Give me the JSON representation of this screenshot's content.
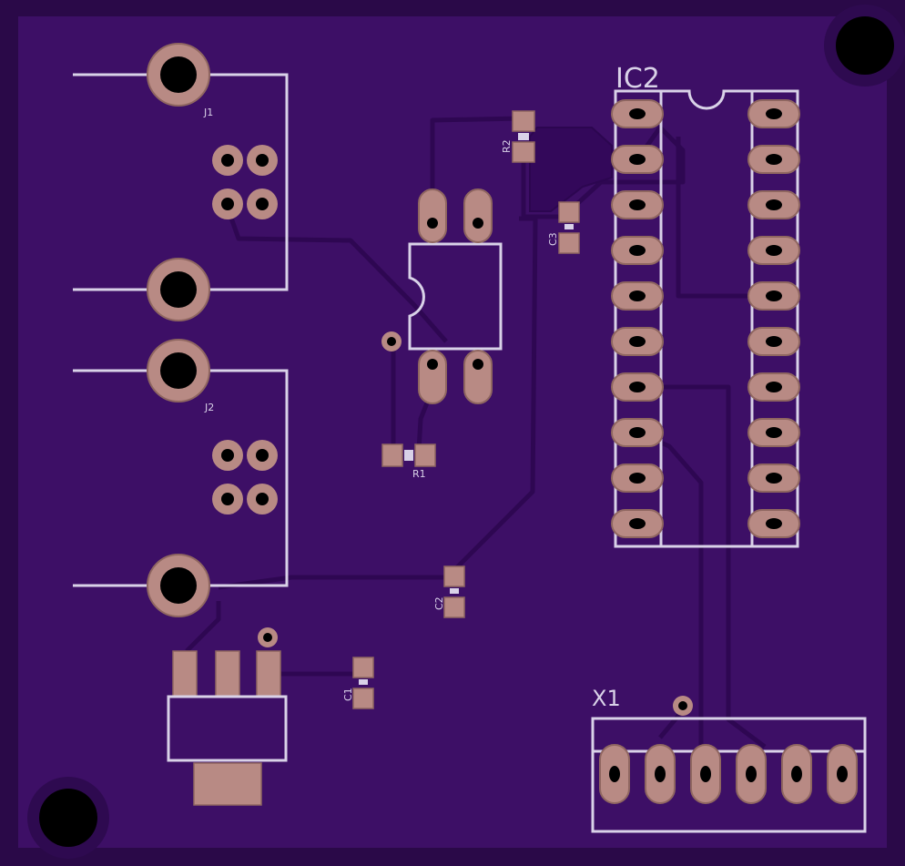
{
  "colors": {
    "board": "#3d0f66",
    "board_edge": "#2a0948",
    "trace": "#33085a",
    "trace_edge": "#2c0650",
    "pad": "#b88a84",
    "pad_edge": "#8f6660",
    "hole": "#000000",
    "silk": "#d9d2e8"
  },
  "labels": {
    "j1": "J1",
    "j2": "J2",
    "r1": "R1",
    "r2": "R2",
    "c1": "C1",
    "c2": "C2",
    "c3": "C3",
    "ic2": "IC2",
    "x1": "X1"
  }
}
